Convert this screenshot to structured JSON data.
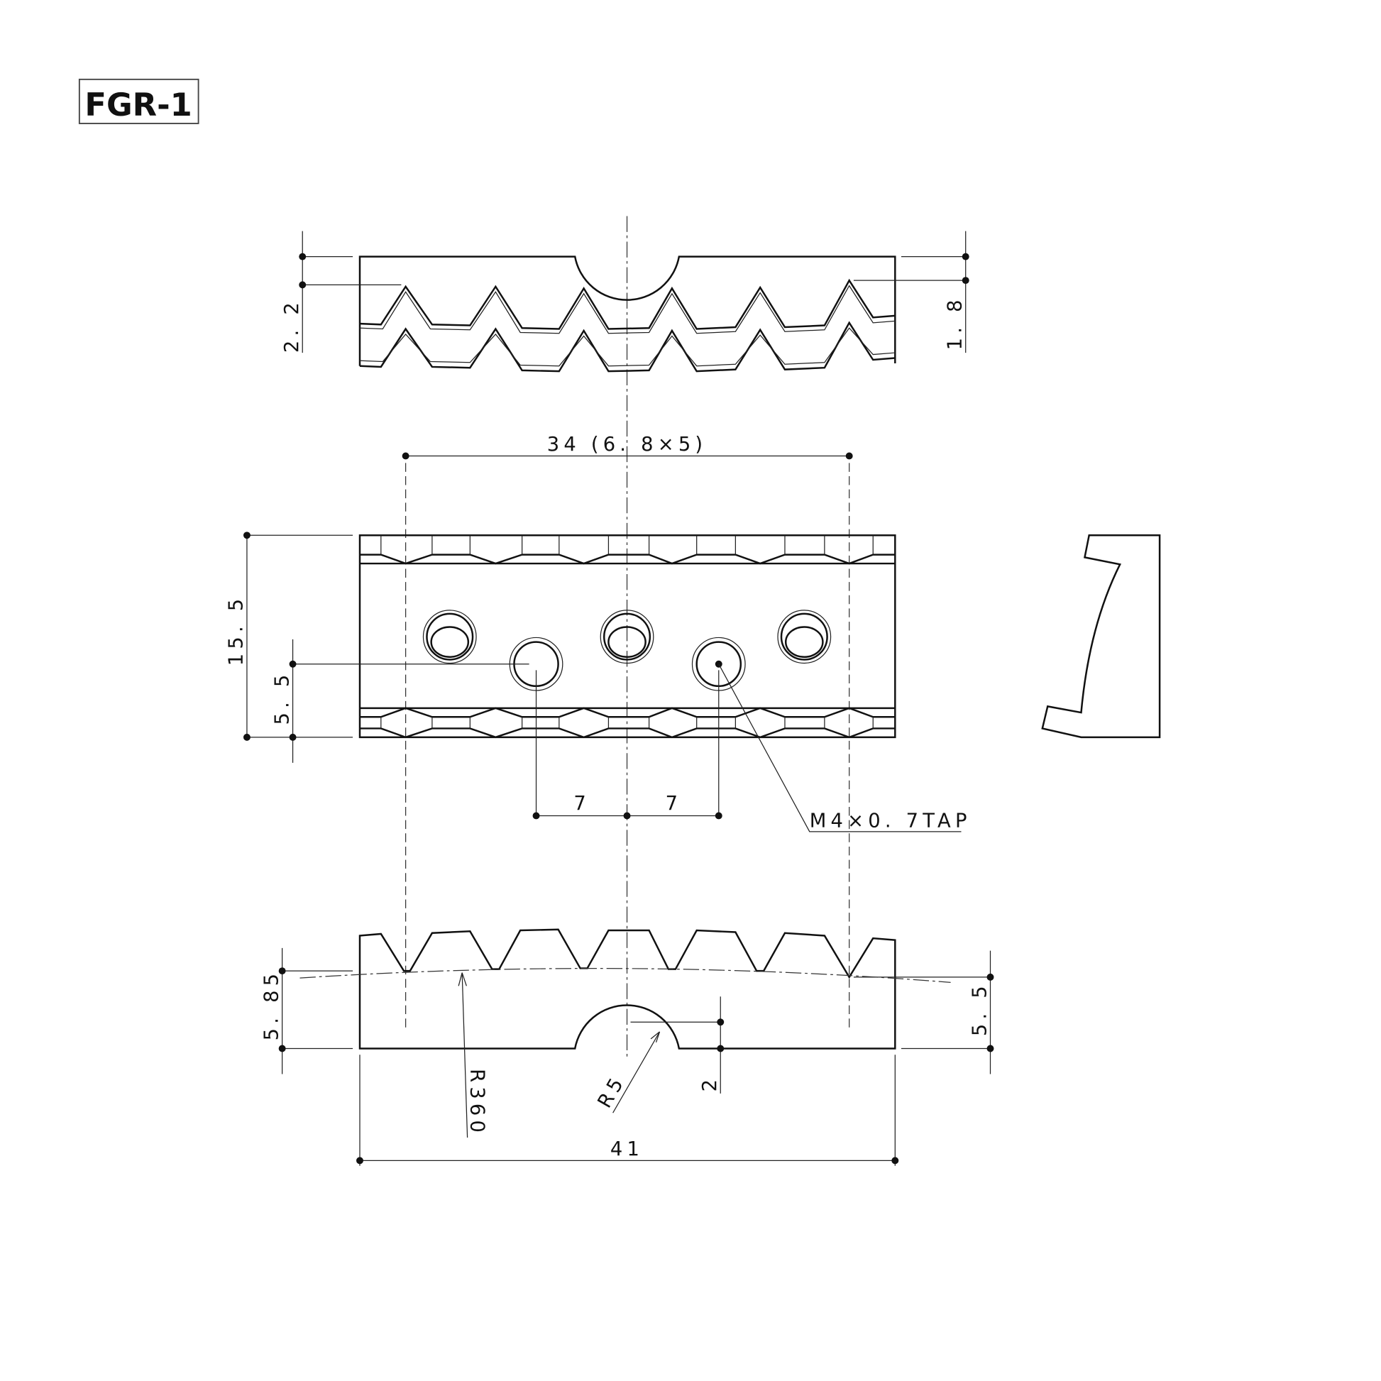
{
  "title": "FGR-1",
  "dimensions": {
    "top_left_depth": "2. 2",
    "top_right_depth": "1. 8",
    "pitch": "34 (6. 8×5)",
    "height": "15. 5",
    "hole_offset": "5. 5",
    "spacing_left": "7",
    "spacing_right": "7",
    "tap": "M4×0. 7TAP",
    "left_height": "5. 85",
    "right_height": "5. 5",
    "notch_depth": "2",
    "notch_radius": "R5",
    "curve_radius": "R360",
    "width": "41"
  }
}
